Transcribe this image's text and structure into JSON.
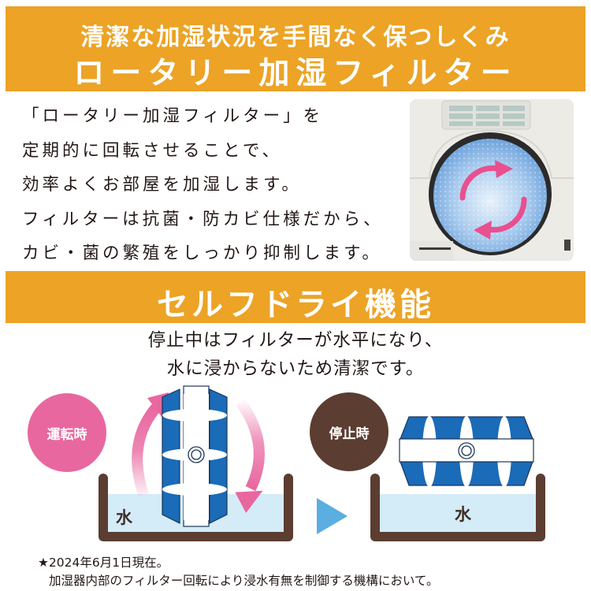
{
  "header": {
    "title_line1": "清潔な加湿状況を手間なく保つしくみ",
    "title_line2": "ロータリー加湿フィルター"
  },
  "intro": {
    "lines": [
      "「ロータリー加湿フィルター」を",
      "定期的に回転させることで、",
      "効率よくお部屋を加湿します。",
      "フィルターは抗菌・防カビ仕様だから、",
      "カビ・菌の繁殖をしっかり抑制します。"
    ],
    "photo_alt": "humidifier-rotary-filter-photo"
  },
  "section": {
    "title": "セルフドライ機能",
    "description_lines": [
      "停止中はフィルターが水平になり、",
      "水に浸からないため清潔です。"
    ]
  },
  "diagram": {
    "running": {
      "badge": "運転時",
      "water_label": "水"
    },
    "stopped": {
      "badge": "停止時",
      "water_label": "水"
    },
    "arrow_icon": "play-triangle-icon"
  },
  "footnote": {
    "line1": "★2024年6月1日現在。",
    "line2": "加湿器内部のフィルター回転により浸水有無を制御する機構において。"
  },
  "colors": {
    "banner_orange": "#eca326",
    "pink": "#e8679f",
    "brown": "#5b3d31",
    "filter_blue": "#1a6bb8",
    "water": "#d4ebf8",
    "arrow_blue": "#5aaee0"
  }
}
